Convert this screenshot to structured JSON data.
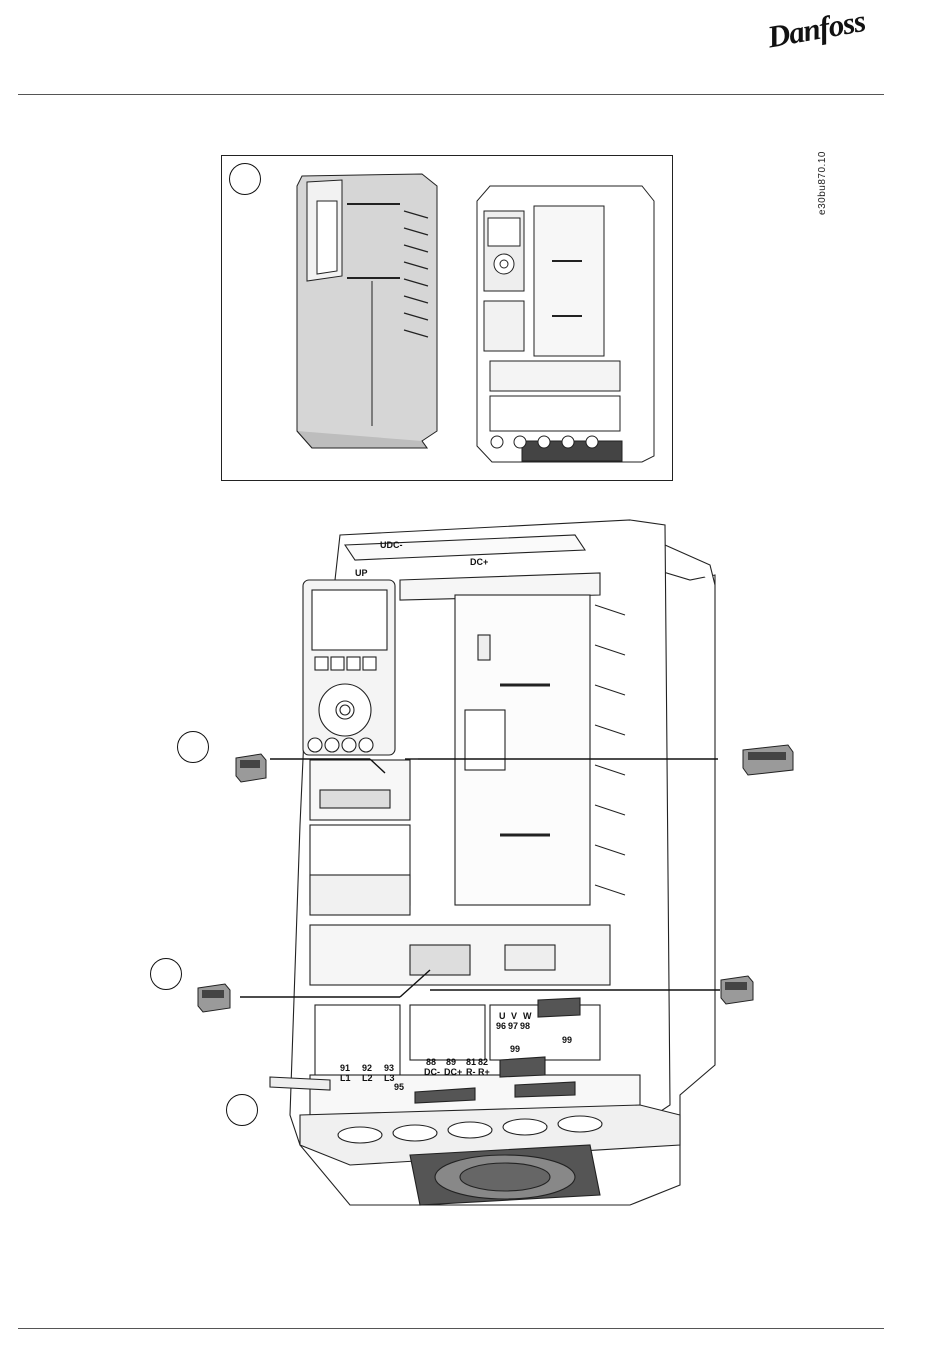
{
  "header": {
    "brand": "Danfoss"
  },
  "figure": {
    "code": "e30bu870.10",
    "labels": {
      "udc_minus": "UDC-",
      "dc_plus": "DC+",
      "up": "UP",
      "t91": "91",
      "l1": "L1",
      "t92": "92",
      "l2": "L2",
      "t93": "93",
      "l3": "L3",
      "t95": "95",
      "t88": "88",
      "dc_minus": "DC-",
      "t89": "89",
      "dc_plus2": "DC+",
      "t81": "81",
      "r_minus": "R-",
      "t82": "82",
      "r_plus": "R+",
      "u": "U",
      "t96": "96",
      "v": "V",
      "t97": "97",
      "w": "W",
      "t98": "98",
      "t99a": "99",
      "t99b": "99"
    }
  }
}
